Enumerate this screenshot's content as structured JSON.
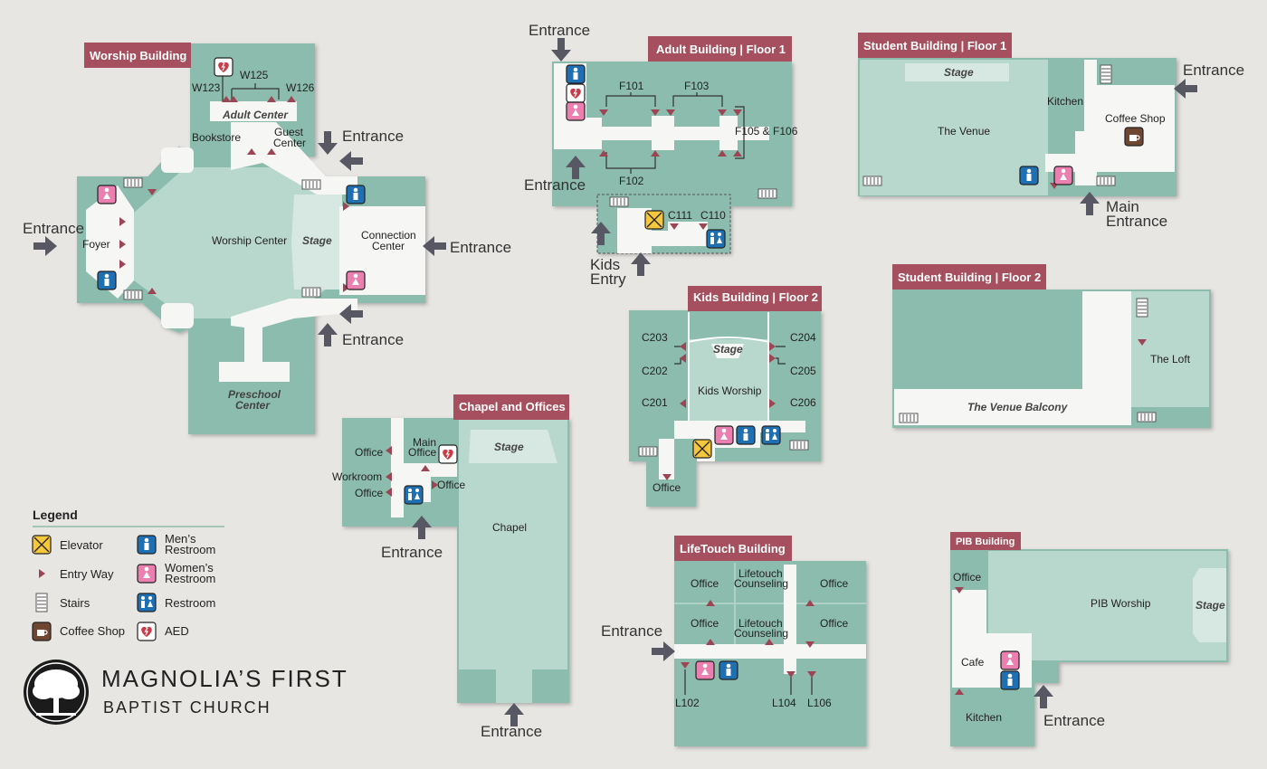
{
  "buildings": {
    "worship": {
      "title": "Worship Building",
      "worship_center": "Worship Center",
      "foyer": "Foyer",
      "stage": "Stage",
      "connection_center": "Connection Center",
      "adult_center": "Adult Center",
      "bookstore": "Bookstore",
      "guest_center": "Guest Center",
      "preschool_center": "Preschool Center",
      "w123": "W123",
      "w125": "W125",
      "w126": "W126"
    },
    "adult_f1": {
      "title": "Adult Building | Floor 1",
      "f101": "F101",
      "f103": "F103",
      "f102": "F102",
      "f105_106": "F105 & F106",
      "c111": "C111",
      "c110": "C110",
      "kids_entry": "Kids Entry"
    },
    "student_f1": {
      "title": "Student Building | Floor 1",
      "stage": "Stage",
      "venue": "The Venue",
      "kitchen": "Kitchen",
      "coffee_shop": "Coffee Shop",
      "main_entrance": "Main Entrance"
    },
    "student_f2": {
      "title": "Student Building | Floor 2",
      "loft": "The Loft",
      "venue_balcony": "The Venue Balcony"
    },
    "kids_f2": {
      "title": "Kids Building | Floor 2",
      "stage": "Stage",
      "kids_worship": "Kids Worship",
      "c203": "C203",
      "c202": "C202",
      "c201": "C201",
      "c204": "C204",
      "c205": "C205",
      "c206": "C206",
      "office": "Office"
    },
    "chapel": {
      "title": "Chapel and Offices",
      "stage": "Stage",
      "chapel": "Chapel",
      "office": "Office",
      "workroom": "Workroom",
      "main_office": "Main Office"
    },
    "lifetouch": {
      "title": "LifeTouch Building",
      "office": "Office",
      "counseling": "Lifetouch Counseling",
      "l102": "L102",
      "l104": "L104",
      "l106": "L106"
    },
    "pib": {
      "title": "PIB Building",
      "office": "Office",
      "pib_worship": "PIB Worship",
      "stage": "Stage",
      "cafe": "Cafe",
      "kitchen": "Kitchen"
    }
  },
  "entrance_label": "Entrance",
  "legend": {
    "title": "Legend",
    "items": [
      {
        "icon": "elevator-icon",
        "label": "Elevator"
      },
      {
        "icon": "entry-way-icon",
        "label": "Entry Way"
      },
      {
        "icon": "stairs-icon",
        "label": "Stairs"
      },
      {
        "icon": "coffee-shop-icon",
        "label": "Coffee Shop"
      },
      {
        "icon": "mens-restroom-icon",
        "label": "Men's Restroom"
      },
      {
        "icon": "womens-restroom-icon",
        "label": "Women's Restroom"
      },
      {
        "icon": "restroom-icon",
        "label": "Restroom"
      },
      {
        "icon": "aed-icon",
        "label": "AED"
      }
    ]
  },
  "brand": {
    "line1": "MAGNOLIA’S FIRST",
    "line2": "BAPTIST CHURCH"
  },
  "colors": {
    "room": "#8cbcad",
    "light": "#b9d8cd",
    "hall": "#f6f6f4",
    "title_bg": "#a6505f",
    "entry": "#9c4655",
    "arrow": "#575864",
    "men": "#1f6fb3",
    "women": "#ea7fb0",
    "elevator": "#f5c73c",
    "coffee": "#6e4632"
  }
}
